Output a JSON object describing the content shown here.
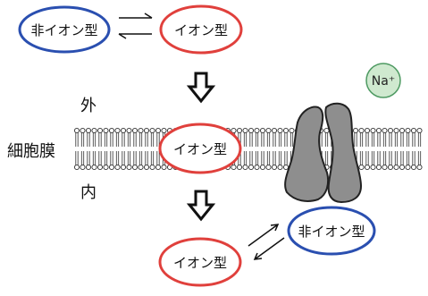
{
  "labels": {
    "nonion_top": "非イオン型",
    "ion_top": "イオン型",
    "ion_mid": "イオン型",
    "ion_bottom": "イオン型",
    "nonion_bottom": "非イオン型",
    "outside": "外",
    "inside": "内",
    "membrane": "細胞膜",
    "ion": "Na⁺"
  },
  "colors": {
    "nonion_ring": "#2a4fb0",
    "ion_ring": "#e0403c",
    "channel": "#8e8e8e",
    "ion_fill": "#cfe9cf",
    "ion_stroke": "#4e9a62"
  }
}
